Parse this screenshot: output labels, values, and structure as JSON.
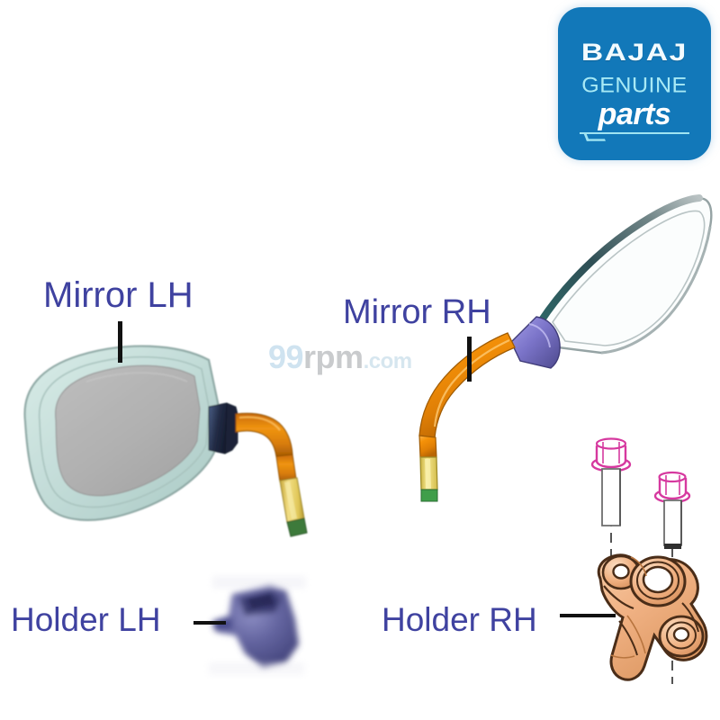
{
  "document": {
    "type": "exploded-parts-diagram",
    "subject": "Motorcycle rear-view mirror assembly",
    "background_color": "#ffffff"
  },
  "brand_logo": {
    "name": "bajaj-genuine-parts-logo",
    "line1": "BAJAJ",
    "line2": "GENUINE",
    "line3": "parts",
    "badge_color": "#1278b9",
    "line1_color": "#f2fbff",
    "line2_color": "#a7e9f5",
    "line3_color": "#ffffff",
    "rule_color": "#9fe4f2"
  },
  "watermark": {
    "name": "99rpm-watermark",
    "part1": "99",
    "part2": "rpm",
    "part3": ".com",
    "part1_color": "#cfe3f0",
    "part2_color": "#c9cbcd",
    "part3_color": "#d6e6ef"
  },
  "labels": {
    "text_color": "#3f42a0",
    "leader_color": "#111111",
    "mirror_lh": "Mirror LH",
    "mirror_rh": "Mirror RH",
    "holder_lh": "Holder LH",
    "holder_rh": "Holder RH"
  },
  "parts": [
    {
      "id": "mirror-lh",
      "label": "Mirror LH",
      "render_style": "shaded-solid",
      "housing_color": "#c9e0dc",
      "glass_color": "#b2b2b2",
      "joint_color": "#2b3450",
      "stem_color": "#e8860f",
      "base_color": "#e8d060",
      "tip_color": "#3d7a3a"
    },
    {
      "id": "mirror-rh",
      "label": "Mirror RH",
      "render_style": "wireframe-outline",
      "housing_outline_color": "#8d9ea0",
      "housing_edge_color": "#2d5d5e",
      "joint_color": "#7f7ad0",
      "stem_color": "#f0900f",
      "base_color": "#efe07a",
      "tip_color": "#3f9e4a"
    },
    {
      "id": "holder-lh",
      "label": "Holder LH",
      "render_style": "low-resolution-blur",
      "body_color": "#5a5b9a"
    },
    {
      "id": "holder-rh",
      "label": "Holder RH",
      "render_style": "line-art-shaded",
      "body_color": "#f0b183",
      "outline_color": "#4a2d18",
      "shadow_color": "#d9915f"
    },
    {
      "id": "bolt-long",
      "label": "",
      "render_style": "magenta-outline",
      "outline_color": "#d6399f",
      "shaft_outline_color": "#6d6d6d"
    },
    {
      "id": "bolt-short",
      "label": "",
      "render_style": "magenta-outline",
      "outline_color": "#d6399f",
      "shaft_outline_color": "#6d6d6d"
    }
  ],
  "centerlines": {
    "color": "#2a2a2a",
    "style": "dashed",
    "count": 2
  }
}
